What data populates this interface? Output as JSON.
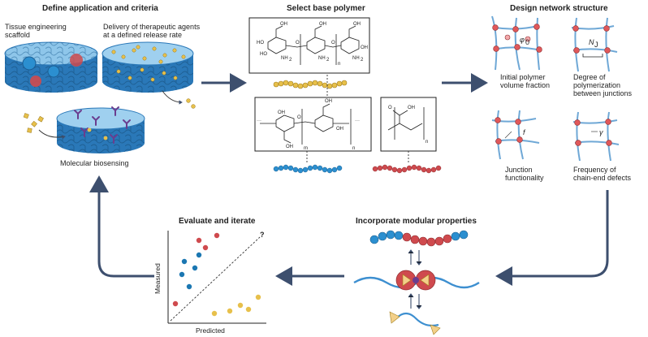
{
  "sections": {
    "define": {
      "title": "Define application and criteria",
      "tissue_label_1": "Tissue engineering",
      "tissue_label_2": "scaffold",
      "delivery_label_1": "Delivery of therapeutic agents",
      "delivery_label_2": "at a defined release rate",
      "biosensing_label": "Molecular biosensing"
    },
    "polymer": {
      "title": "Select base polymer",
      "chem": {
        "ho": "HO",
        "oh": "OH",
        "o": "O",
        "nh2": "NH",
        "sub2": "2",
        "n": "n",
        "m": "m",
        "dots": "···"
      }
    },
    "network": {
      "title": "Design network structure",
      "phi_symbol": "φ",
      "phi_sub": "0",
      "nj_symbol": "N",
      "nj_sub": "J",
      "f_symbol": "f",
      "gamma_symbol": "γ",
      "params": [
        {
          "line1": "Initial polymer",
          "line2": "volume fraction",
          "line3": ""
        },
        {
          "line1": "Degree of",
          "line2": "polymerization",
          "line3": "between junctions"
        },
        {
          "line1": "Junction",
          "line2": "functionality",
          "line3": ""
        },
        {
          "line1": "Frequency of",
          "line2": "chain-end defects",
          "line3": ""
        }
      ]
    },
    "modular": {
      "title": "Incorporate modular properties"
    },
    "evaluate": {
      "title": "Evaluate and iterate",
      "xlabel": "Predicted",
      "ylabel": "Measured",
      "question": "?"
    }
  },
  "colors": {
    "arrow": "#3d4f6e",
    "hydrogel_blue": "#2a78b8",
    "hydrogel_light": "#8ec6ea",
    "yellow": "#e7c04b",
    "red": "#cf4a4e",
    "blue_chain": "#2b8fd0",
    "purple": "#6a3d8f",
    "network_line": "#6fa8d6",
    "network_node": "#e0585a"
  },
  "icons": [
    "arrow-right-icon",
    "arrow-down-icon",
    "arrow-left-icon",
    "arrow-up-icon"
  ]
}
